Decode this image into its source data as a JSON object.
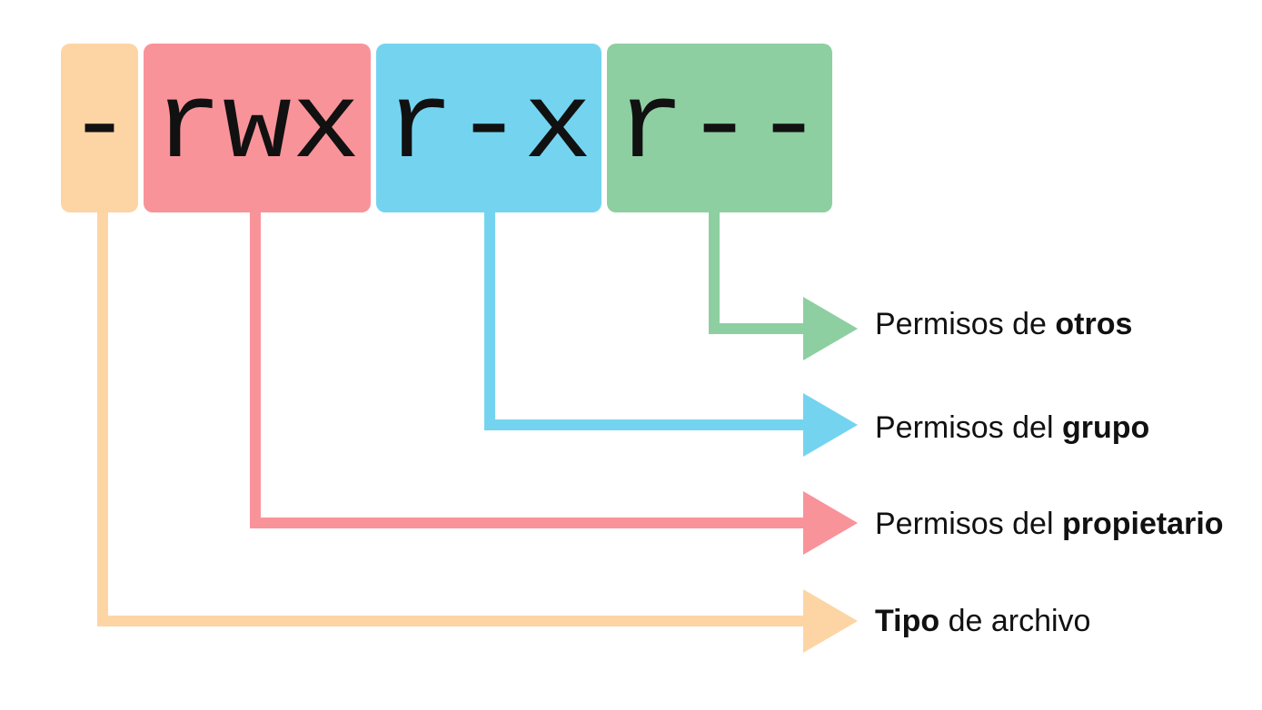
{
  "colors": {
    "type": "#fdd5a5",
    "owner": "#f9939a",
    "group": "#74d4f0",
    "others": "#8ecfa2"
  },
  "blocks": [
    {
      "key": "type",
      "chars": "-"
    },
    {
      "key": "owner",
      "chars": "rwx"
    },
    {
      "key": "group",
      "chars": "r-x"
    },
    {
      "key": "others",
      "chars": "r--"
    }
  ],
  "labels": {
    "others": {
      "pre": "Permisos de ",
      "strong": "otros",
      "post": ""
    },
    "group": {
      "pre": "Permisos del ",
      "strong": "grupo",
      "post": ""
    },
    "owner": {
      "pre": "Permisos del ",
      "strong": "propietario",
      "post": ""
    },
    "type": {
      "pre": "",
      "strong": "Tipo",
      "post": " de archivo"
    }
  }
}
